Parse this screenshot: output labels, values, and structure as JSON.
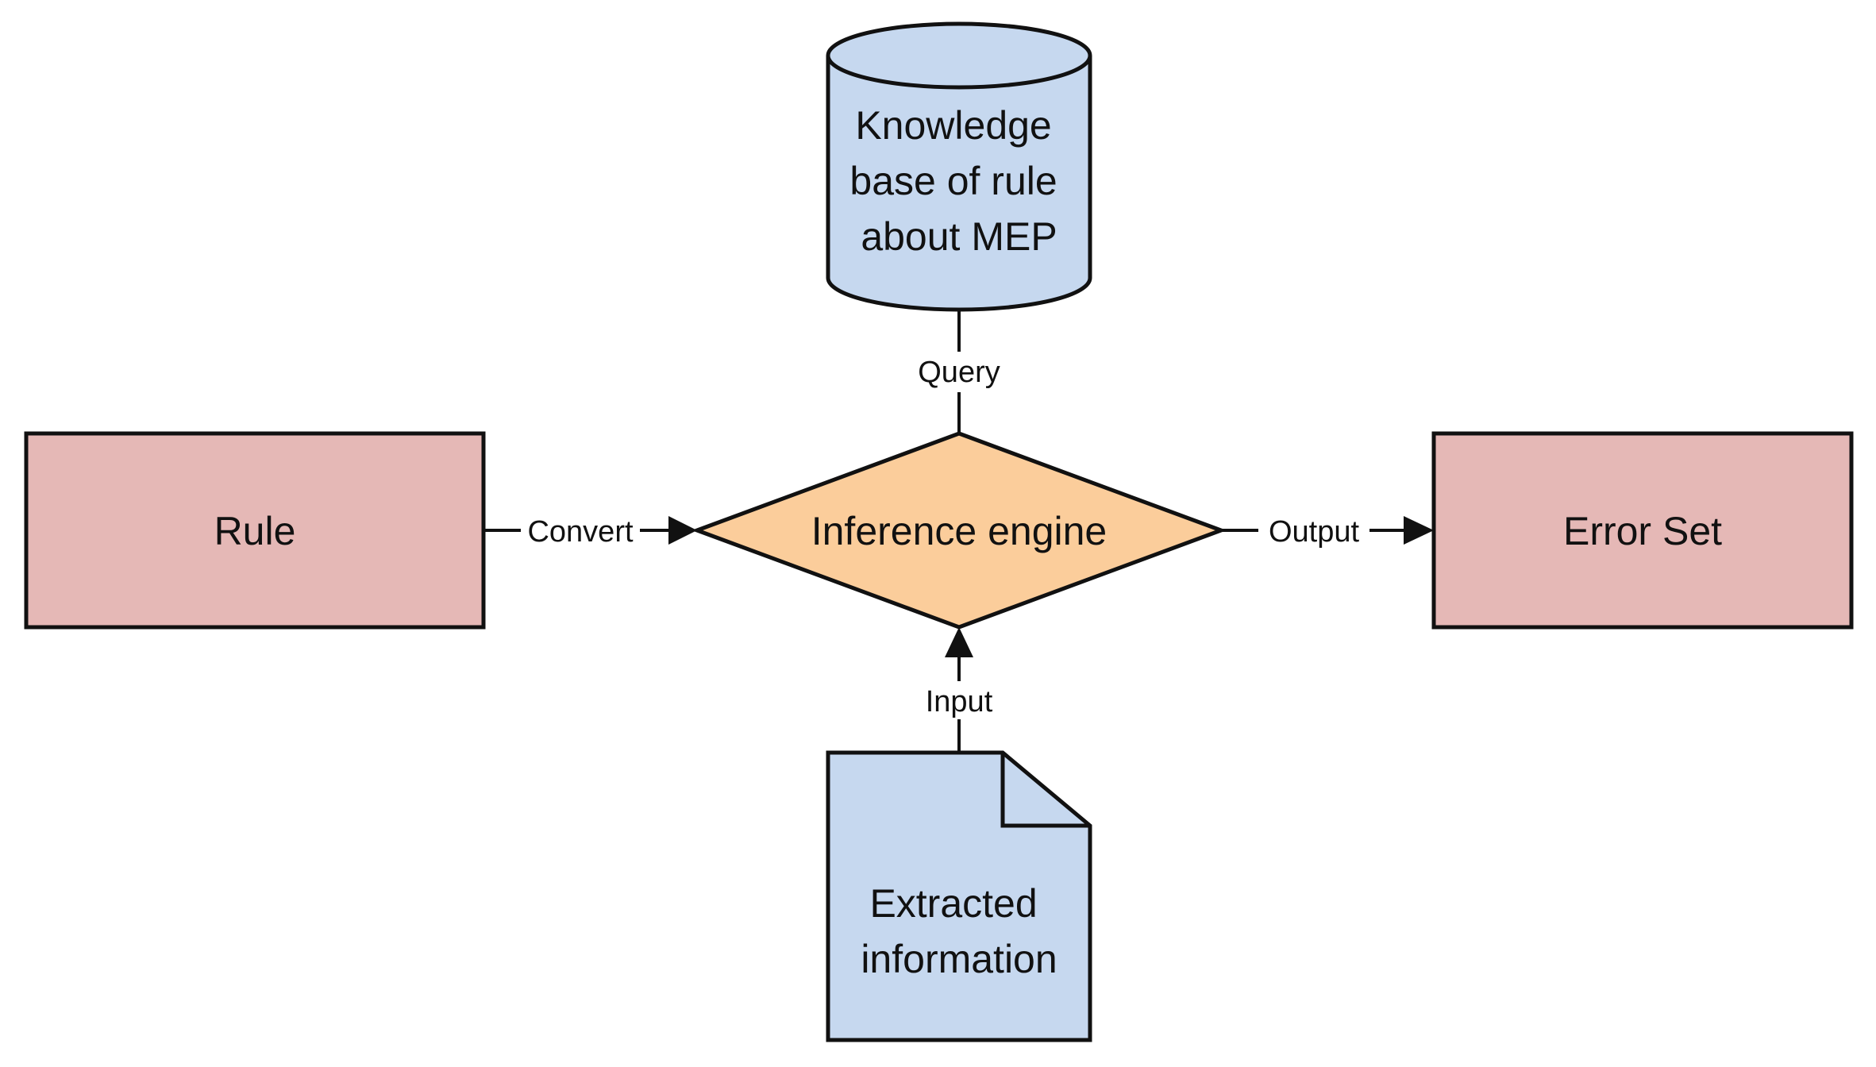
{
  "colors": {
    "rectangle_fill": "#e5b8b6",
    "diamond_fill": "#fbcd9b",
    "blue_fill": "#c6d8ef",
    "stroke": "#111111",
    "background": "#ffffff"
  },
  "nodes": {
    "knowledge_base": {
      "shape": "cylinder",
      "lines": [
        "Knowledge",
        "base of rule",
        "about MEP"
      ]
    },
    "rule": {
      "shape": "rectangle",
      "label": "Rule"
    },
    "inference_engine": {
      "shape": "diamond",
      "label": "Inference engine"
    },
    "error_set": {
      "shape": "rectangle",
      "label": "Error Set"
    },
    "extracted_information": {
      "shape": "document",
      "lines": [
        "Extracted",
        "information"
      ]
    }
  },
  "edges": {
    "query": {
      "from": "inference_engine",
      "to": "knowledge_base",
      "label": "Query"
    },
    "convert": {
      "from": "rule",
      "to": "inference_engine",
      "label": "Convert"
    },
    "output": {
      "from": "inference_engine",
      "to": "error_set",
      "label": "Output"
    },
    "input": {
      "from": "extracted_information",
      "to": "inference_engine",
      "label": "Input"
    }
  }
}
